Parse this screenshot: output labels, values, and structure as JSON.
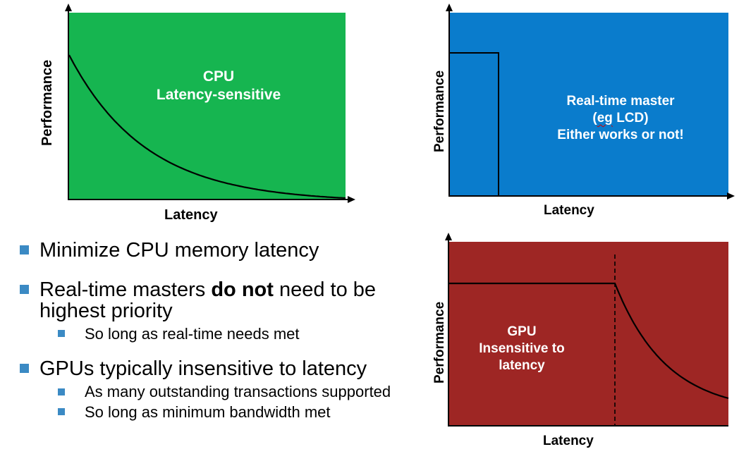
{
  "colors": {
    "cpu_panel": "#16b550",
    "realtime_panel": "#0a7ccc",
    "gpu_panel": "#9e2624",
    "bullet": "#3b8ac4",
    "curve": "#000000"
  },
  "chart_data": [
    {
      "type": "line",
      "panel": "cpu",
      "title_lines": [
        "CPU",
        "Latency-sensitive"
      ],
      "xlabel": "Latency",
      "ylabel": "Performance",
      "shape": "decay"
    },
    {
      "type": "line",
      "panel": "realtime",
      "title_lines": [
        "Real-time master",
        "(eg LCD)",
        "Either works or not!"
      ],
      "xlabel": "Latency",
      "ylabel": "Performance",
      "shape": "step-cutoff"
    },
    {
      "type": "line",
      "panel": "gpu",
      "title_lines": [
        "GPU",
        "Insensitive to",
        "latency"
      ],
      "xlabel": "Latency",
      "ylabel": "Performance",
      "shape": "flat-then-decay"
    }
  ],
  "bullets": [
    {
      "text_parts": [
        "Minimize CPU memory latency"
      ]
    },
    {
      "text_parts": [
        "Real-time masters ",
        "do not",
        " need to be highest priority"
      ],
      "sub": [
        "So long as real-time needs met"
      ]
    },
    {
      "text_parts": [
        "GPUs typically insensitive to latency"
      ],
      "sub": [
        "As many outstanding transactions supported",
        "So long as minimum bandwidth met"
      ]
    }
  ]
}
